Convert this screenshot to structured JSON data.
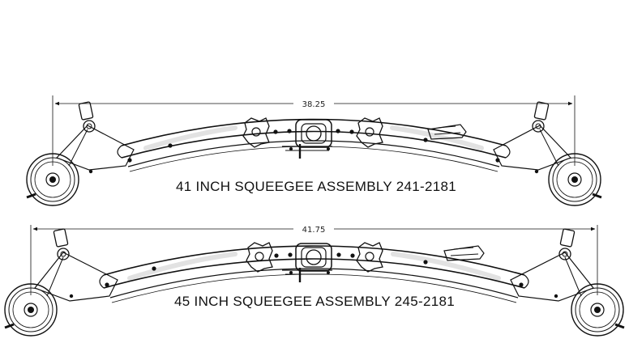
{
  "assemblies": [
    {
      "id": "a41",
      "dimension": "38.25",
      "title": "41 INCH SQUEEGEE ASSEMBLY 241-2181"
    },
    {
      "id": "a45",
      "dimension": "41.75",
      "title": "45 INCH SQUEEGEE ASSEMBLY 245-2181"
    }
  ]
}
